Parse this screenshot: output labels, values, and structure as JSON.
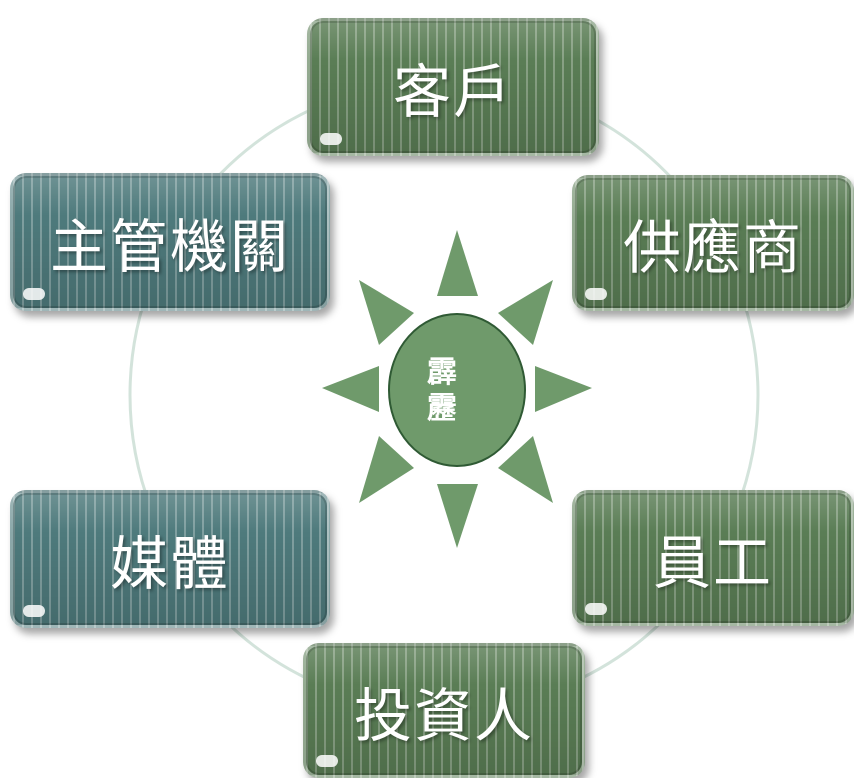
{
  "diagram": {
    "center": {
      "label_line1": "霹",
      "label_line2": "靂"
    },
    "nodes": {
      "top": "客戶",
      "right_upper": "供應商",
      "right_lower": "員工",
      "bottom": "投資人",
      "left_lower": "媒體",
      "left_upper": "主管機關"
    },
    "colors": {
      "node_green": "#5a7d55",
      "node_teal": "#4e7a7c",
      "sun": "#6f9a6b",
      "ring": "#cfe0d8"
    }
  }
}
